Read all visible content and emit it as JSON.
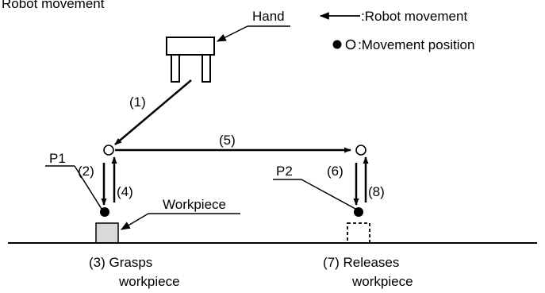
{
  "title": "Robot movement",
  "legend": {
    "arrow_label": ":Robot movement",
    "position_label": ":Movement position"
  },
  "labels": {
    "hand": "Hand",
    "workpiece": "Workpiece",
    "p1": "P1",
    "p2": "P2"
  },
  "steps": {
    "s1": "(1)",
    "s2": "(2)",
    "s3_line1": "(3) Grasps",
    "s3_line2": "workpiece",
    "s4": "(4)",
    "s5": "(5)",
    "s6": "(6)",
    "s7_line1": "(7) Releases",
    "s7_line2": "workpiece",
    "s8": "(8)"
  },
  "colors": {
    "ink": "#000000",
    "workpiece_fill": "#d9d9d9"
  }
}
